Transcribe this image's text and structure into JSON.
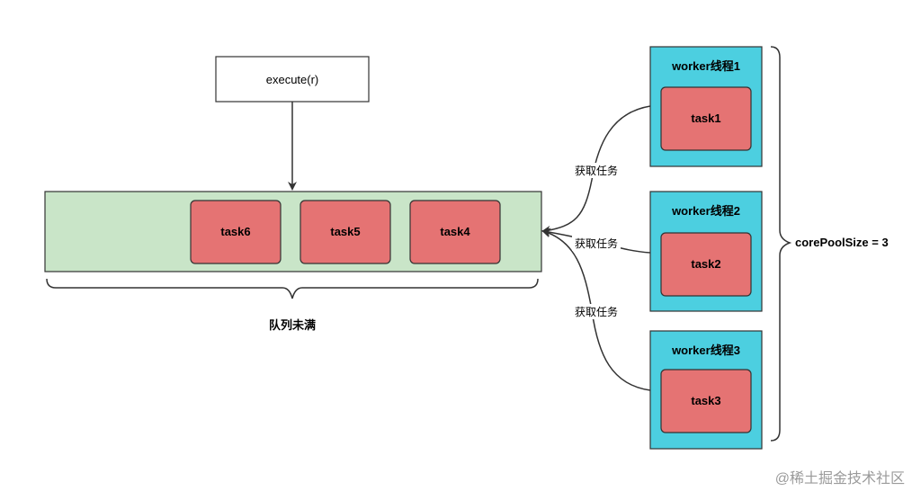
{
  "execute": {
    "label": "execute(r)"
  },
  "queue": {
    "tasks": [
      "task6",
      "task5",
      "task4"
    ],
    "caption": "队列未满"
  },
  "workers": [
    {
      "title": "worker线程1",
      "task": "task1"
    },
    {
      "title": "worker线程2",
      "task": "task2"
    },
    {
      "title": "worker线程3",
      "task": "task3"
    }
  ],
  "fetch_labels": [
    "获取任务",
    "获取任务",
    "获取任务"
  ],
  "core_pool": {
    "label": "corePoolSize = 3"
  },
  "watermark": "@稀土掘金技术社区",
  "colors": {
    "queue_fill": "#c9e5c8",
    "task_fill": "#e57373",
    "worker_fill": "#4ccfe0",
    "stroke": "#333333"
  }
}
